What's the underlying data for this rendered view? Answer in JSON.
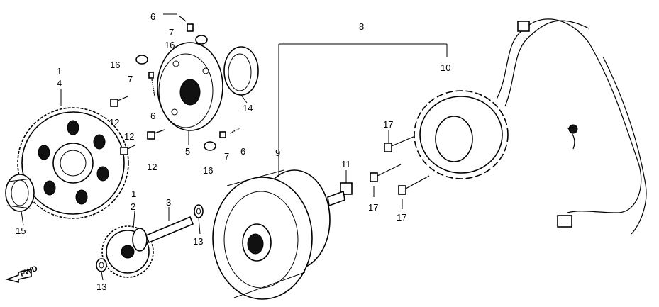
{
  "diagram": {
    "callouts": {
      "c1a": "1",
      "c4": "4",
      "c1b": "1",
      "c2": "2",
      "c3": "3",
      "c5": "5",
      "c6a": "6",
      "c6b": "6",
      "c6c": "6",
      "c7a": "7",
      "c7b": "7",
      "c7c": "7",
      "c8": "8",
      "c9": "9",
      "c10": "10",
      "c11": "11",
      "c12a": "12",
      "c12b": "12",
      "c12c": "12",
      "c13a": "13",
      "c13b": "13",
      "c14": "14",
      "c15": "15",
      "c16a": "16",
      "c16b": "16",
      "c16c": "16",
      "c17a": "17",
      "c17b": "17",
      "c17c": "17"
    },
    "fwd_label": "FWD"
  }
}
